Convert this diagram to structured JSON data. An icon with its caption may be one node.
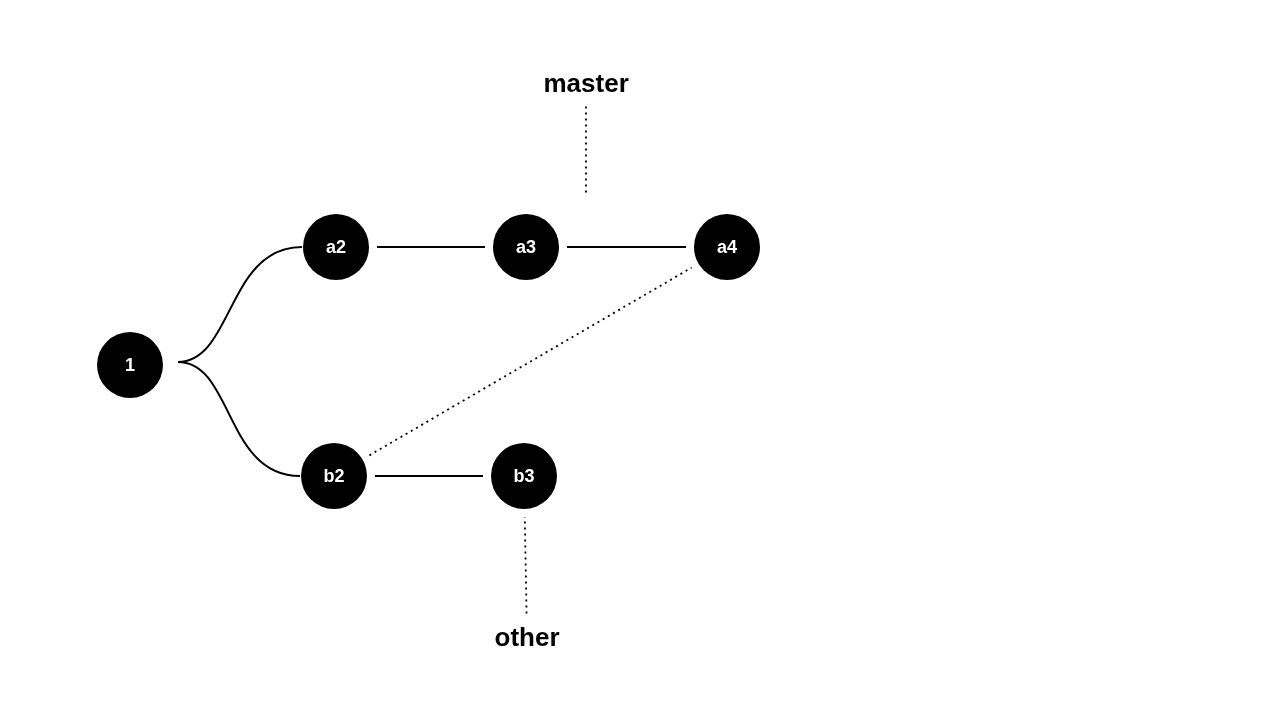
{
  "diagram": {
    "nodes": [
      {
        "text": [
          "1"
        ]
      },
      {
        "text": [
          "a2"
        ]
      },
      {
        "text": [
          "a3"
        ]
      },
      {
        "text": [
          "a4"
        ]
      },
      {
        "text": [
          "b2"
        ]
      },
      {
        "text": [
          "b3"
        ]
      },
      {
        "text": [
          "master"
        ]
      },
      {
        "text": [
          "other"
        ]
      }
    ],
    "edges": [
      {
        "from": 0,
        "to": 1,
        "arrow": "none"
      },
      {
        "from": 0,
        "to": 4,
        "arrow": "none"
      },
      {
        "from": 1,
        "to": 2,
        "arrow": "none"
      },
      {
        "from": 2,
        "to": 3,
        "arrow": "none"
      },
      {
        "from": 4,
        "to": 5,
        "arrow": "none"
      },
      {
        "from": 4,
        "to": 3,
        "arrow": "none",
        "style": "dashed"
      },
      {
        "from": 6,
        "to": null,
        "arrow": "none",
        "style": "dashed"
      },
      {
        "from": 7,
        "to": 5,
        "arrow": "none",
        "style": "dashed"
      }
    ]
  }
}
